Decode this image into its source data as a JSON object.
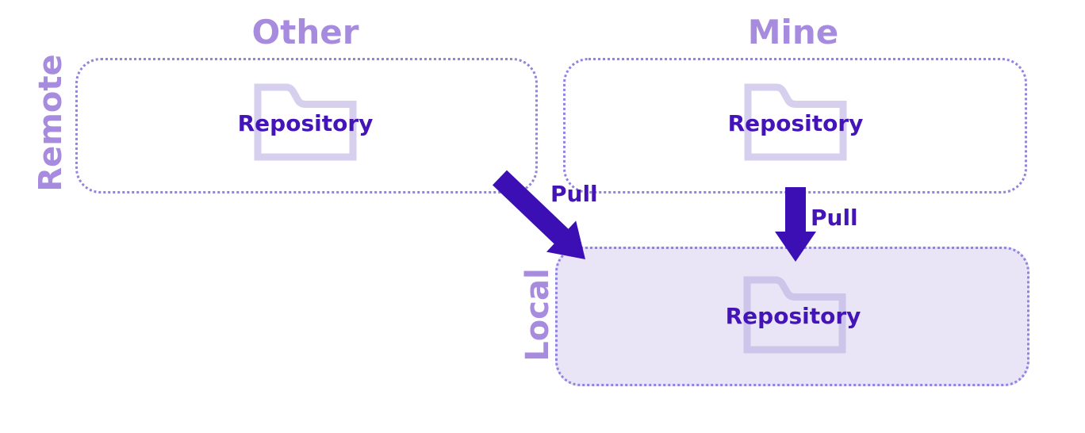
{
  "diagram": {
    "lanes": {
      "remote_label": "Remote",
      "local_label": "Local"
    },
    "columns": {
      "other_title": "Other",
      "mine_title": "Mine"
    },
    "boxes": {
      "other": {
        "lane": "Remote",
        "column": "Other",
        "repo_label": "Repository"
      },
      "mine": {
        "lane": "Remote",
        "column": "Mine",
        "repo_label": "Repository"
      },
      "local": {
        "lane": "Local",
        "repo_label": "Repository"
      }
    },
    "arrows": [
      {
        "label": "Pull",
        "from": "other-repository",
        "to": "local-repository",
        "direction": "diagonal-down-right"
      },
      {
        "label": "Pull",
        "from": "mine-repository",
        "to": "local-repository",
        "direction": "down"
      }
    ]
  },
  "colors": {
    "accent-dark": "#4414b8",
    "arrow": "#3c0fb5",
    "lavender-text": "#a78bde",
    "box-border": "#8f84de",
    "local-fill": "#e9e5f6",
    "folder-stroke": "#d6d0ee",
    "bg": "#ffffff"
  }
}
